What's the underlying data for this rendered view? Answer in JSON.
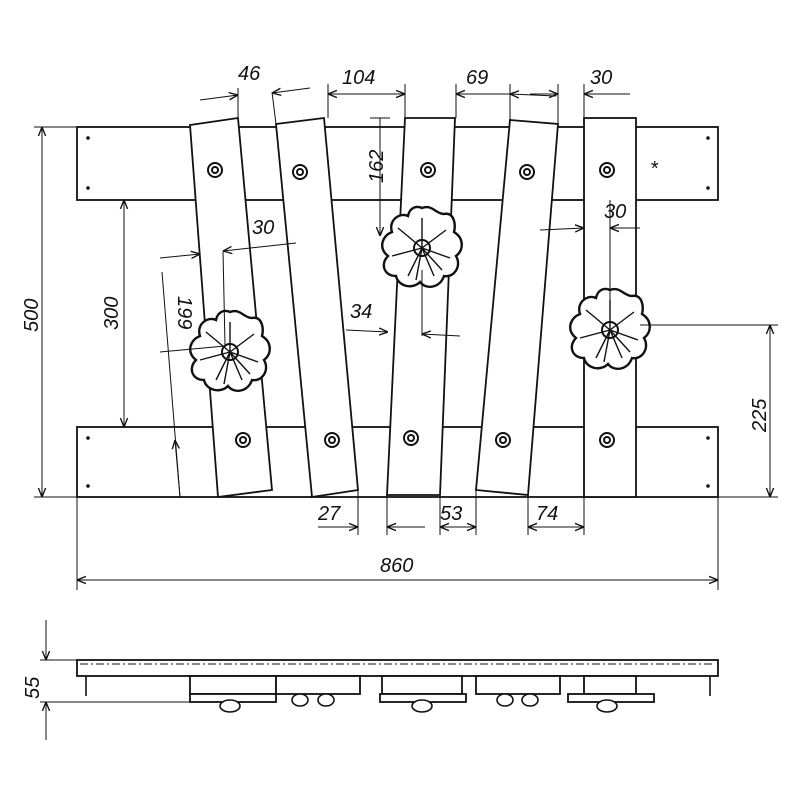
{
  "dimensions": {
    "top_46": "46",
    "top_104": "104",
    "top_69": "69",
    "top_30": "30",
    "inner_162": "162",
    "inner_30_left": "30",
    "inner_30_right": "30",
    "inner_199": "199",
    "inner_34": "34",
    "height_500": "500",
    "gap_300": "300",
    "height_225": "225",
    "bottom_27": "27",
    "bottom_53": "53",
    "bottom_74": "74",
    "width_860": "860",
    "thickness_55": "55"
  },
  "marks": {
    "asterisk": "*"
  }
}
